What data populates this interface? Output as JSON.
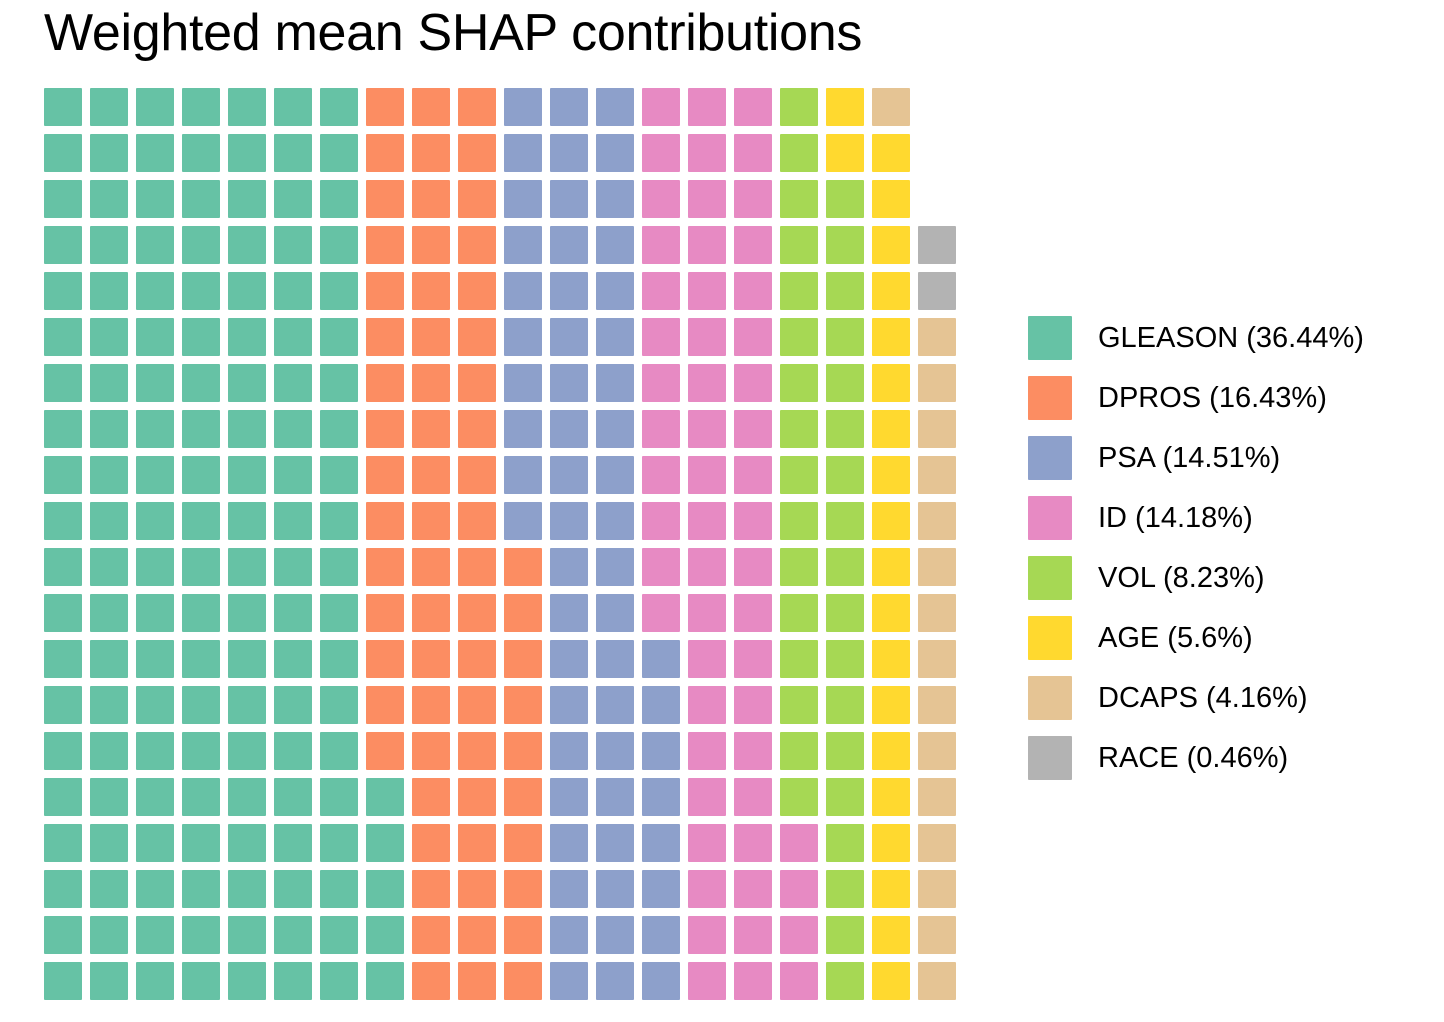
{
  "chart_data": {
    "type": "waffle",
    "title": "Weighted mean SHAP contributions",
    "xlabel": "",
    "ylabel": "",
    "legend_position": "right",
    "grid": false,
    "unit": "one square = 1 unit (approx. 0.25% of total)",
    "total_cells": 398,
    "categories": [
      "GLEASON",
      "DPROS",
      "PSA",
      "ID",
      "VOL",
      "AGE",
      "DCAPS",
      "RACE"
    ],
    "values": [
      36.44,
      16.43,
      14.51,
      14.18,
      8.23,
      5.6,
      4.16,
      0.46
    ],
    "value_suffix": "%",
    "colors": {
      "GLEASON": "#66c2a5",
      "DPROS": "#fc8d62",
      "PSA": "#8da0cb",
      "ID": "#e78ac3",
      "VOL": "#a6d854",
      "AGE": "#ffd92f",
      "DCAPS": "#e5c494",
      "RACE": "#b3b3b3"
    },
    "legend_entries": [
      {
        "key": "GLEASON",
        "label": "GLEASON (36.44%)",
        "color": "#66c2a5",
        "value": 36.44
      },
      {
        "key": "DPROS",
        "label": "DPROS (16.43%)",
        "color": "#fc8d62",
        "value": 16.43
      },
      {
        "key": "PSA",
        "label": "PSA (14.51%)",
        "color": "#8da0cb",
        "value": 14.51
      },
      {
        "key": "ID",
        "label": "ID (14.18%)",
        "color": "#e78ac3",
        "value": 14.18
      },
      {
        "key": "VOL",
        "label": "VOL (8.23%)",
        "color": "#a6d854",
        "value": 8.23
      },
      {
        "key": "AGE",
        "label": "AGE (5.6%)",
        "color": "#ffd92f",
        "value": 5.6
      },
      {
        "key": "DCAPS",
        "label": "DCAPS (4.16%)",
        "color": "#e5c494",
        "value": 4.16
      },
      {
        "key": "RACE",
        "label": "RACE (0.46%)",
        "color": "#b3b3b3",
        "value": 0.46
      }
    ],
    "rows": [
      [
        "GLEASON",
        "GLEASON",
        "GLEASON",
        "GLEASON",
        "GLEASON",
        "GLEASON",
        "GLEASON",
        "DPROS",
        "DPROS",
        "DPROS",
        "PSA",
        "PSA",
        "PSA",
        "ID",
        "ID",
        "ID",
        "VOL",
        "AGE",
        "DCAPS"
      ],
      [
        "GLEASON",
        "GLEASON",
        "GLEASON",
        "GLEASON",
        "GLEASON",
        "GLEASON",
        "GLEASON",
        "DPROS",
        "DPROS",
        "DPROS",
        "PSA",
        "PSA",
        "PSA",
        "ID",
        "ID",
        "ID",
        "VOL",
        "AGE",
        "AGE"
      ],
      [
        "GLEASON",
        "GLEASON",
        "GLEASON",
        "GLEASON",
        "GLEASON",
        "GLEASON",
        "GLEASON",
        "DPROS",
        "DPROS",
        "DPROS",
        "PSA",
        "PSA",
        "PSA",
        "ID",
        "ID",
        "ID",
        "VOL",
        "VOL",
        "AGE"
      ],
      [
        "GLEASON",
        "GLEASON",
        "GLEASON",
        "GLEASON",
        "GLEASON",
        "GLEASON",
        "GLEASON",
        "DPROS",
        "DPROS",
        "DPROS",
        "PSA",
        "PSA",
        "PSA",
        "ID",
        "ID",
        "ID",
        "VOL",
        "VOL",
        "AGE",
        "RACE"
      ],
      [
        "GLEASON",
        "GLEASON",
        "GLEASON",
        "GLEASON",
        "GLEASON",
        "GLEASON",
        "GLEASON",
        "DPROS",
        "DPROS",
        "DPROS",
        "PSA",
        "PSA",
        "PSA",
        "ID",
        "ID",
        "ID",
        "VOL",
        "VOL",
        "AGE",
        "RACE"
      ],
      [
        "GLEASON",
        "GLEASON",
        "GLEASON",
        "GLEASON",
        "GLEASON",
        "GLEASON",
        "GLEASON",
        "DPROS",
        "DPROS",
        "DPROS",
        "PSA",
        "PSA",
        "PSA",
        "ID",
        "ID",
        "ID",
        "VOL",
        "VOL",
        "AGE",
        "DCAPS"
      ],
      [
        "GLEASON",
        "GLEASON",
        "GLEASON",
        "GLEASON",
        "GLEASON",
        "GLEASON",
        "GLEASON",
        "DPROS",
        "DPROS",
        "DPROS",
        "PSA",
        "PSA",
        "PSA",
        "ID",
        "ID",
        "ID",
        "VOL",
        "VOL",
        "AGE",
        "DCAPS"
      ],
      [
        "GLEASON",
        "GLEASON",
        "GLEASON",
        "GLEASON",
        "GLEASON",
        "GLEASON",
        "GLEASON",
        "DPROS",
        "DPROS",
        "DPROS",
        "PSA",
        "PSA",
        "PSA",
        "ID",
        "ID",
        "ID",
        "VOL",
        "VOL",
        "AGE",
        "DCAPS"
      ],
      [
        "GLEASON",
        "GLEASON",
        "GLEASON",
        "GLEASON",
        "GLEASON",
        "GLEASON",
        "GLEASON",
        "DPROS",
        "DPROS",
        "DPROS",
        "PSA",
        "PSA",
        "PSA",
        "ID",
        "ID",
        "ID",
        "VOL",
        "VOL",
        "AGE",
        "DCAPS"
      ],
      [
        "GLEASON",
        "GLEASON",
        "GLEASON",
        "GLEASON",
        "GLEASON",
        "GLEASON",
        "GLEASON",
        "DPROS",
        "DPROS",
        "DPROS",
        "PSA",
        "PSA",
        "PSA",
        "ID",
        "ID",
        "ID",
        "VOL",
        "VOL",
        "AGE",
        "DCAPS"
      ],
      [
        "GLEASON",
        "GLEASON",
        "GLEASON",
        "GLEASON",
        "GLEASON",
        "GLEASON",
        "GLEASON",
        "DPROS",
        "DPROS",
        "DPROS",
        "DPROS",
        "PSA",
        "PSA",
        "ID",
        "ID",
        "ID",
        "VOL",
        "VOL",
        "AGE",
        "DCAPS"
      ],
      [
        "GLEASON",
        "GLEASON",
        "GLEASON",
        "GLEASON",
        "GLEASON",
        "GLEASON",
        "GLEASON",
        "DPROS",
        "DPROS",
        "DPROS",
        "DPROS",
        "PSA",
        "PSA",
        "ID",
        "ID",
        "ID",
        "VOL",
        "VOL",
        "AGE",
        "DCAPS"
      ],
      [
        "GLEASON",
        "GLEASON",
        "GLEASON",
        "GLEASON",
        "GLEASON",
        "GLEASON",
        "GLEASON",
        "DPROS",
        "DPROS",
        "DPROS",
        "DPROS",
        "PSA",
        "PSA",
        "PSA",
        "ID",
        "ID",
        "VOL",
        "VOL",
        "AGE",
        "DCAPS"
      ],
      [
        "GLEASON",
        "GLEASON",
        "GLEASON",
        "GLEASON",
        "GLEASON",
        "GLEASON",
        "GLEASON",
        "DPROS",
        "DPROS",
        "DPROS",
        "DPROS",
        "PSA",
        "PSA",
        "PSA",
        "ID",
        "ID",
        "VOL",
        "VOL",
        "AGE",
        "DCAPS"
      ],
      [
        "GLEASON",
        "GLEASON",
        "GLEASON",
        "GLEASON",
        "GLEASON",
        "GLEASON",
        "GLEASON",
        "DPROS",
        "DPROS",
        "DPROS",
        "DPROS",
        "PSA",
        "PSA",
        "PSA",
        "ID",
        "ID",
        "VOL",
        "VOL",
        "AGE",
        "DCAPS"
      ],
      [
        "GLEASON",
        "GLEASON",
        "GLEASON",
        "GLEASON",
        "GLEASON",
        "GLEASON",
        "GLEASON",
        "GLEASON",
        "DPROS",
        "DPROS",
        "DPROS",
        "PSA",
        "PSA",
        "PSA",
        "ID",
        "ID",
        "VOL",
        "VOL",
        "AGE",
        "DCAPS"
      ],
      [
        "GLEASON",
        "GLEASON",
        "GLEASON",
        "GLEASON",
        "GLEASON",
        "GLEASON",
        "GLEASON",
        "GLEASON",
        "DPROS",
        "DPROS",
        "DPROS",
        "PSA",
        "PSA",
        "PSA",
        "ID",
        "ID",
        "ID",
        "VOL",
        "AGE",
        "DCAPS"
      ],
      [
        "GLEASON",
        "GLEASON",
        "GLEASON",
        "GLEASON",
        "GLEASON",
        "GLEASON",
        "GLEASON",
        "GLEASON",
        "DPROS",
        "DPROS",
        "DPROS",
        "PSA",
        "PSA",
        "PSA",
        "ID",
        "ID",
        "ID",
        "VOL",
        "AGE",
        "DCAPS"
      ],
      [
        "GLEASON",
        "GLEASON",
        "GLEASON",
        "GLEASON",
        "GLEASON",
        "GLEASON",
        "GLEASON",
        "GLEASON",
        "DPROS",
        "DPROS",
        "DPROS",
        "PSA",
        "PSA",
        "PSA",
        "ID",
        "ID",
        "ID",
        "VOL",
        "AGE",
        "DCAPS"
      ],
      [
        "GLEASON",
        "GLEASON",
        "GLEASON",
        "GLEASON",
        "GLEASON",
        "GLEASON",
        "GLEASON",
        "GLEASON",
        "DPROS",
        "DPROS",
        "DPROS",
        "PSA",
        "PSA",
        "PSA",
        "ID",
        "ID",
        "ID",
        "VOL",
        "AGE",
        "DCAPS"
      ]
    ]
  }
}
